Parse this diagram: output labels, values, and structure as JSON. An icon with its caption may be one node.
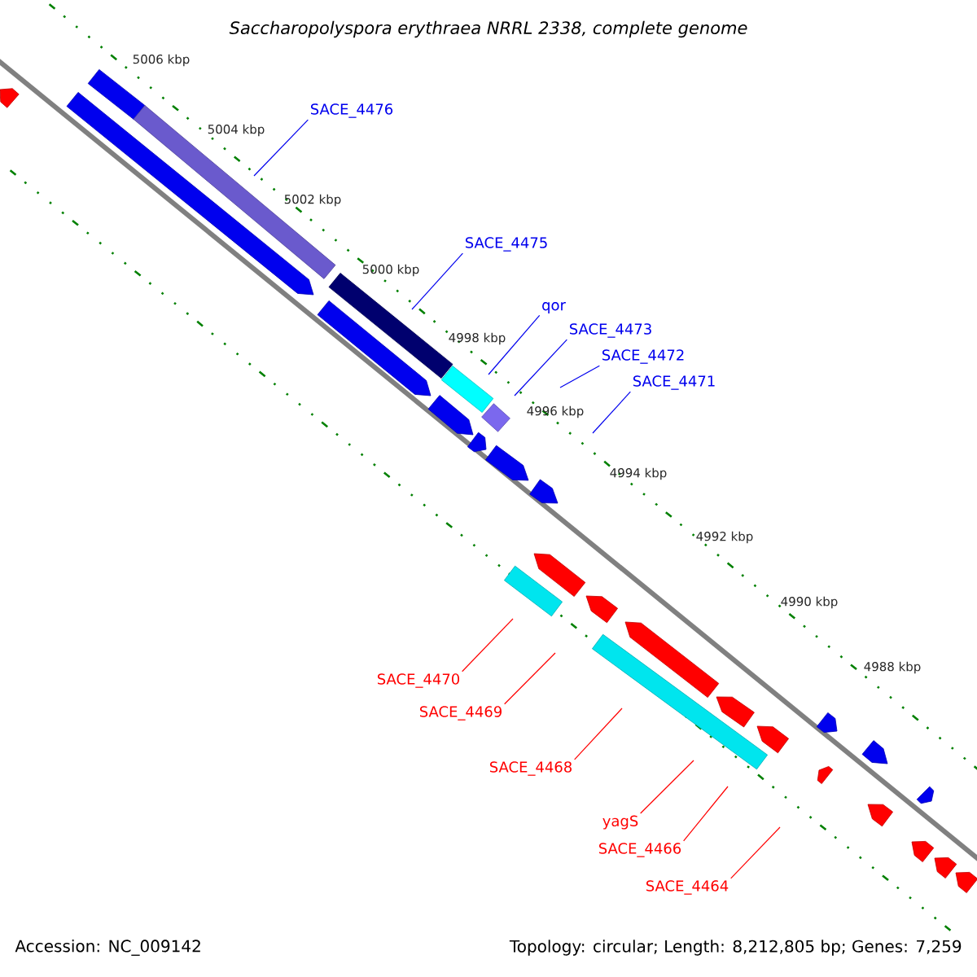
{
  "diagram": {
    "title": "*Saccharopolyspora erythraea NRRL 2338, complete genome*",
    "nodes": [
      {
        "text": [
          "SACE_4476"
        ]
      },
      {
        "text": [
          "SACE_4475"
        ]
      },
      {
        "text": [
          "qor"
        ]
      },
      {
        "text": [
          "SACE_4473"
        ]
      },
      {
        "text": [
          "SACE_4472"
        ]
      },
      {
        "text": [
          "SACE_4471"
        ]
      },
      {
        "text": [
          "SACE_4470"
        ]
      },
      {
        "text": [
          "SACE_4469"
        ]
      },
      {
        "text": [
          "SACE_4468"
        ]
      },
      {
        "text": [
          "yagS"
        ]
      },
      {
        "text": [
          "SACE_4466"
        ]
      },
      {
        "text": [
          "SACE_4464"
        ]
      }
    ],
    "edges": [
      {
        "from": 0,
        "to": null,
        "arrow": "none"
      },
      {
        "from": 1,
        "to": null,
        "arrow": "none"
      },
      {
        "from": 2,
        "to": null,
        "arrow": "none"
      },
      {
        "from": 3,
        "to": null,
        "arrow": "none"
      },
      {
        "from": 4,
        "to": null,
        "arrow": "none"
      },
      {
        "from": 5,
        "to": null,
        "arrow": "none"
      },
      {
        "from": 6,
        "to": null,
        "arrow": "none",
        "color": "#ff0000"
      },
      {
        "from": 7,
        "to": null,
        "arrow": "none",
        "color": "#ff0000"
      },
      {
        "from": 8,
        "to": null,
        "arrow": "none",
        "color": "#ff0000"
      },
      {
        "from": 9,
        "to": null,
        "arrow": "none",
        "color": "#ff0000"
      },
      {
        "from": 10,
        "to": null,
        "arrow": "none",
        "color": "#ff0000"
      },
      {
        "from": 11,
        "to": null,
        "arrow": "none",
        "color": "#ff0000"
      }
    ],
    "labels": [
      "5006 kbp",
      "5004 kbp",
      "5002 kbp",
      "5000 kbp",
      "4998 kbp",
      "4996 kbp",
      "4994 kbp",
      "4992 kbp",
      "4990 kbp",
      "4988 kbp",
      "Accession: NC_009142",
      "Topology: circular; Length: 8,212,805 bp; Genes: 7,259"
    ]
  }
}
